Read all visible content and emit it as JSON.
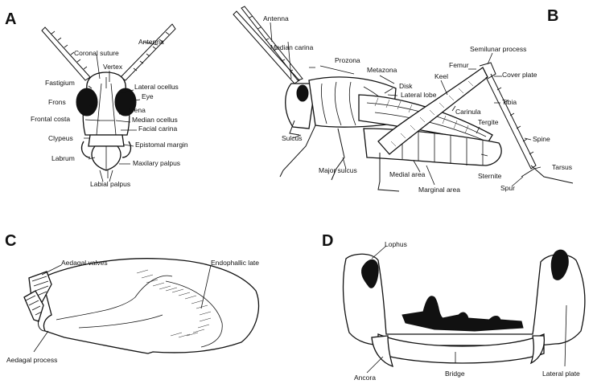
{
  "panels": {
    "A": {
      "letter": "A",
      "labels": [
        "Antenna",
        "Coronal suture",
        "Vertex",
        "Fastigium",
        "Lateral ocellus",
        "Eye",
        "Frons",
        "Gena",
        "Frontal costa",
        "Median ocellus",
        "Facial carina",
        "Clypeus",
        "Epistomal margin",
        "Labrum",
        "Maxilary palpus",
        "Labial palpus"
      ]
    },
    "B": {
      "letter": "B",
      "labels": [
        "Antenna",
        "Median carina",
        "Prozona",
        "Metazona",
        "Disk",
        "Lateral lobe",
        "Keel",
        "Femur",
        "Semilunar process",
        "Cover plate",
        "Carinula",
        "Tergite",
        "Tibia",
        "Sulcus",
        "Spine",
        "Major sulcus",
        "Medial area",
        "Marginal area",
        "Sternite",
        "Tarsus",
        "Spur"
      ]
    },
    "C": {
      "letter": "C",
      "labels": [
        "Aedagal valves",
        "Endophallic late",
        "Aedagal process"
      ]
    },
    "D": {
      "letter": "D",
      "labels": [
        "Lophus",
        "Ancora",
        "Bridge",
        "Lateral plate"
      ]
    }
  }
}
